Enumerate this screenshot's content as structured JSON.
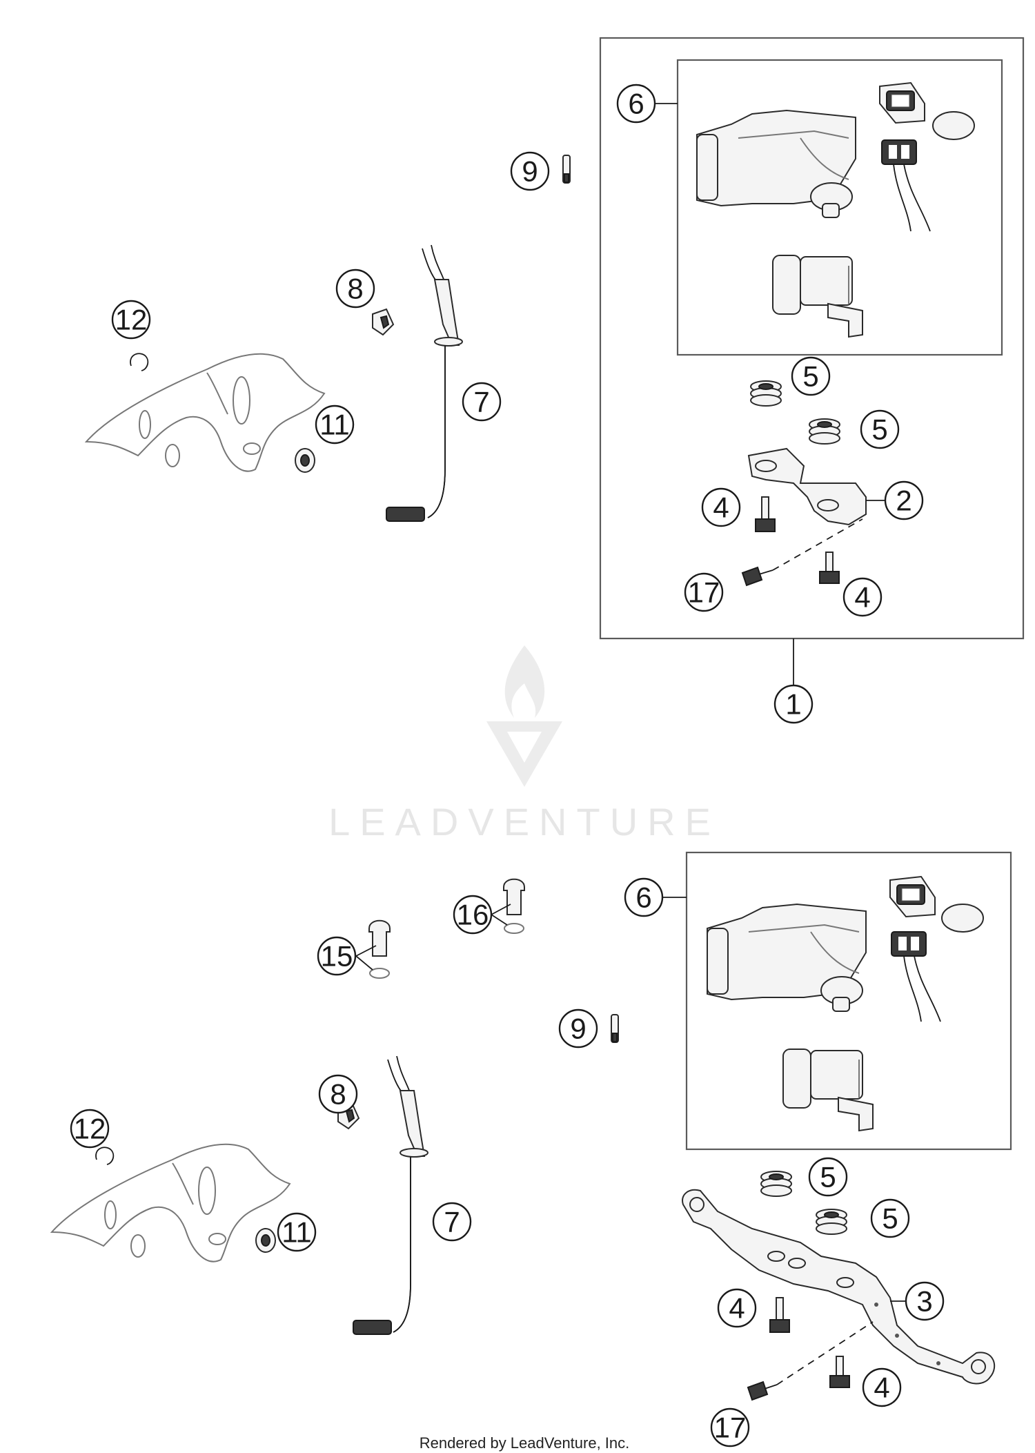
{
  "watermark": {
    "brand": "LEADVENTURE"
  },
  "footer": {
    "credit": "Rendered by LeadVenture, Inc."
  },
  "callouts": {
    "top": {
      "c1": "1",
      "c2": "2",
      "c4a": "4",
      "c4b": "4",
      "c5a": "5",
      "c5b": "5",
      "c6": "6",
      "c7": "7",
      "c8": "8",
      "c9": "9",
      "c11": "11",
      "c12": "12",
      "c17": "17"
    },
    "bottom": {
      "c3": "3",
      "c4a": "4",
      "c4b": "4",
      "c5a": "5",
      "c5b": "5",
      "c6": "6",
      "c7": "7",
      "c8": "8",
      "c9": "9",
      "c11": "11",
      "c12": "12",
      "c15": "15",
      "c16": "16",
      "c17": "17"
    }
  }
}
